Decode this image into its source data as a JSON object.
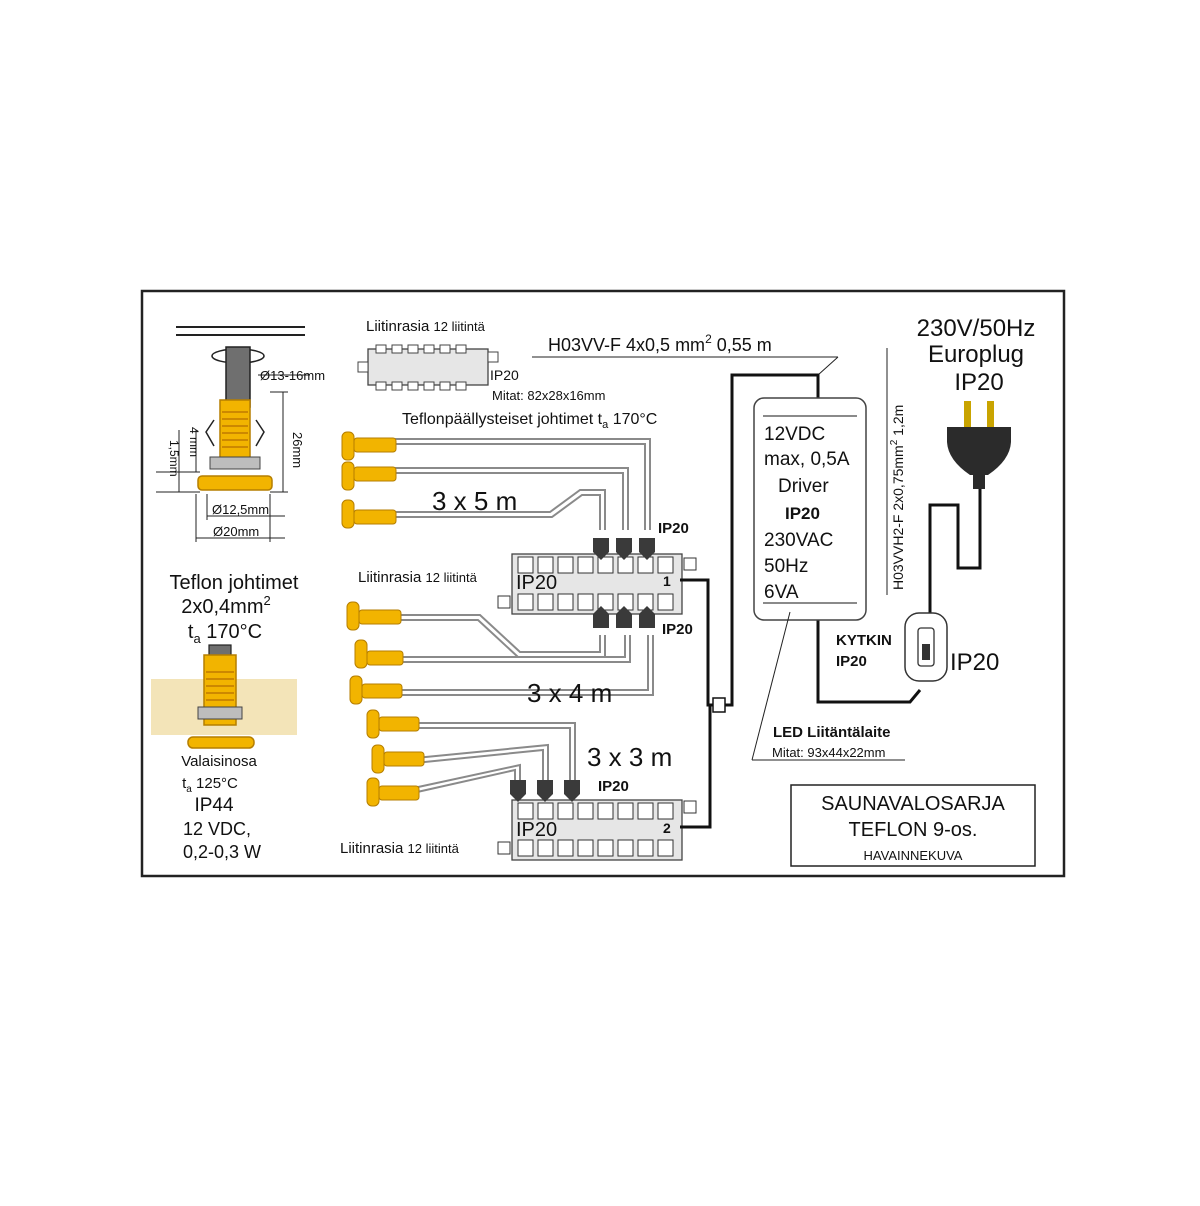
{
  "colors": {
    "frame": "#222222",
    "wire_dark": "#111111",
    "wire_grey": "#8a8a8a",
    "lamp_amber": "#f2b400",
    "lamp_amber_dark": "#b57e00",
    "ceramic": "#f3e4b8",
    "box_fill": "#e6e6e6",
    "plug_dark": "#2b2b2b"
  },
  "detail": {
    "dia_13_16": "Ø13-16mm",
    "dim_26": "26mm",
    "dim_4": "4 mm",
    "dim_1_5": "1,5mm",
    "dia_12_5": "Ø12,5mm",
    "dia_20": "Ø20mm"
  },
  "teflon": {
    "title": "Teflon johtimet",
    "size_prefix": "2x0,4mm",
    "size_sup": "2",
    "ta_t": "t",
    "ta_sub": "a",
    "ta_val": "170°C"
  },
  "valaisin": {
    "name": "Valaisinosa",
    "ta_t": "t",
    "ta_sub": "a",
    "ta_val": "125°C",
    "ip": "IP44",
    "voltage": "12 VDC,",
    "power": "0,2-0,3 W"
  },
  "top_box": {
    "title": "Liitinrasia",
    "count": "12 liitintä",
    "ip": "IP20",
    "size": "Mitat: 82x28x16mm"
  },
  "cable_label": {
    "prefix": "H03VV-F 4x0,5 mm",
    "sup": "2",
    "suffix": "0,55 m"
  },
  "teflon_wires": {
    "label": "Teflonpäällysteiset johtimet t",
    "sub": "a",
    "val": "170°C"
  },
  "groups": {
    "g1": "3 x 5 m",
    "g2": "3 x 4 m",
    "g3": "3 x 3 m"
  },
  "box1": {
    "ip": "IP20",
    "ip_top": "IP20",
    "ip_bottom": "IP20",
    "title": "Liitinrasia",
    "count": "12 liitintä",
    "num": "1"
  },
  "box2": {
    "ip": "IP20",
    "ip_top": "IP20",
    "title": "Liitinrasia",
    "count": "12 liitintä",
    "num": "2"
  },
  "driver": {
    "l1": "12VDC",
    "l2": "max, 0,5A",
    "l3": "Driver",
    "l4": "IP20",
    "l5": "230VAC",
    "l6": "50Hz",
    "l7": "6VA"
  },
  "led": {
    "title": "LED Liitäntälaite",
    "size": "Mitat: 93x44x22mm"
  },
  "power": {
    "l1": "230V/50Hz",
    "l2": "Europlug",
    "l3": "IP20"
  },
  "cord": {
    "prefix": "H03VVH2-F 2x0,75mm",
    "sup": "2",
    "suffix": " 1,2m"
  },
  "switch": {
    "label": "KYTKIN",
    "ip_small": "IP20",
    "ip_big": "IP20"
  },
  "title_box": {
    "l1": "SAUNAVALOSARJA",
    "l2": "TEFLON 9-os.",
    "l3": "HAVAINNEKUVA"
  }
}
